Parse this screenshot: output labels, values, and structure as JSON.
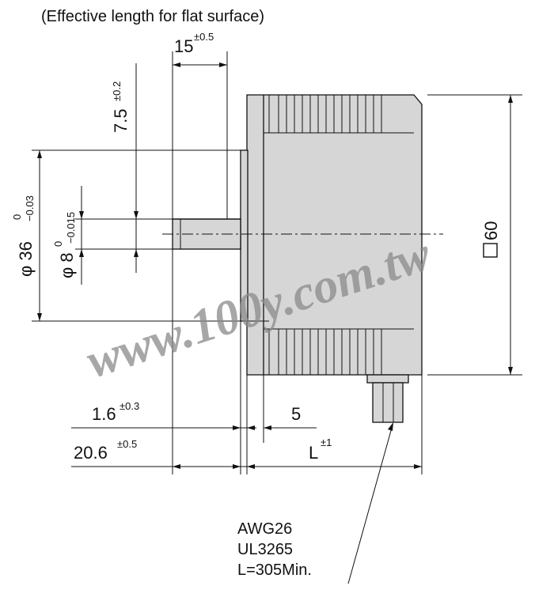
{
  "header": {
    "note": "(Effective length for flat surface)"
  },
  "dimensions": {
    "flat_length": {
      "value": "15",
      "tol": "±0.5"
    },
    "flat_offset": {
      "value": "7.5",
      "tol": "±0.2"
    },
    "pilot_dia": {
      "prefix": "φ 36",
      "upper": "0",
      "lower": "−0.03"
    },
    "shaft_dia": {
      "prefix": "φ 8",
      "upper": "0",
      "lower": "−0.015"
    },
    "square": {
      "value": "60"
    },
    "pilot_height": {
      "value": "1.6",
      "tol": "±0.3"
    },
    "flange": {
      "value": "5"
    },
    "shaft_length": {
      "value": "20.6",
      "tol": "±0.5"
    },
    "body_length": {
      "value": "L",
      "tol": "±1"
    }
  },
  "lead_wire": {
    "line1": "AWG26",
    "line2": "UL3265",
    "line3": "L=305Min."
  },
  "watermark": {
    "text": "www.100y.com.tw"
  },
  "colors": {
    "body_fill": "#d6d6d6",
    "line": "#111111",
    "watermark": "#8a8a8a"
  }
}
